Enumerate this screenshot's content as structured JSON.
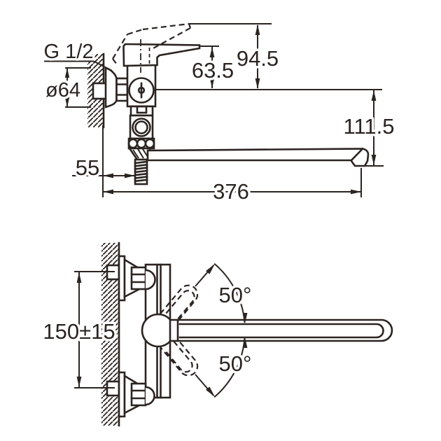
{
  "colors": {
    "line": "#2b2421",
    "background": "#ffffff"
  },
  "side_view": {
    "thread_label": "G 1/2",
    "escutcheon_diameter": "ø64",
    "dim_handle_raised_height": "94.5",
    "dim_handle_height": "63.5",
    "dim_spout_drop": "111.5",
    "dim_wall_to_hose": "55",
    "dim_spout_length": "376"
  },
  "front_view": {
    "dim_mount_centers": "150±15",
    "dim_swing_up": "50°",
    "dim_swing_down": "50°"
  }
}
